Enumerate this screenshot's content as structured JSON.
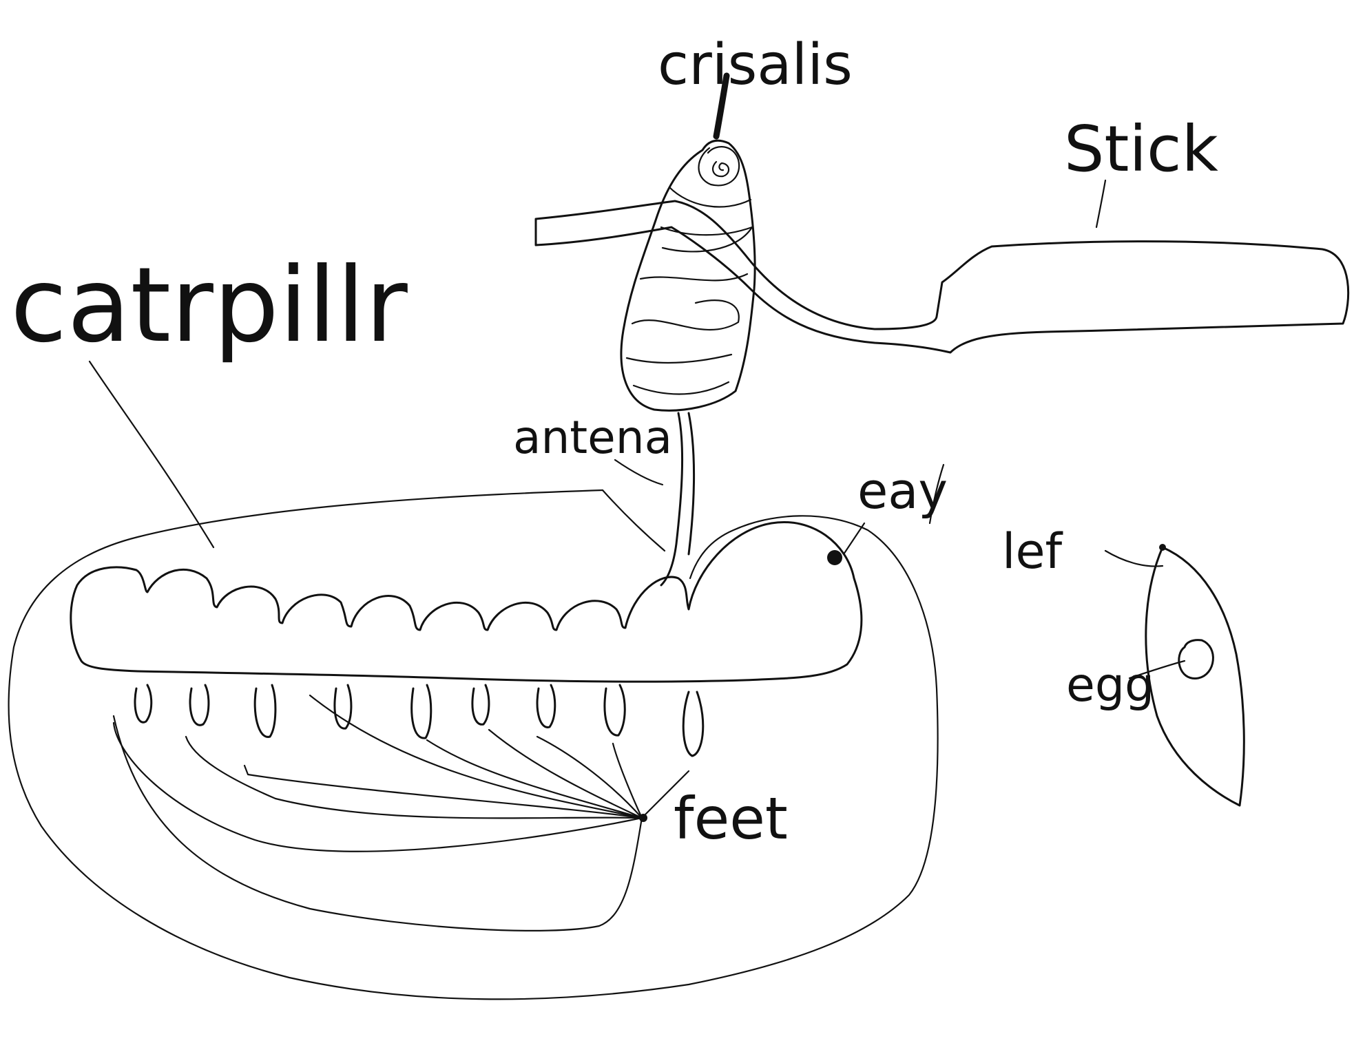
{
  "labels": {
    "crisalis": "crisalis",
    "stick": "Stick",
    "catrpillr": "catrpillr",
    "antena": "antena",
    "eay": "eay",
    "leaf": "lef",
    "egg": "egg",
    "feet": "feet"
  },
  "colors": {
    "ink": "#111111",
    "paper": "#ffffff"
  }
}
